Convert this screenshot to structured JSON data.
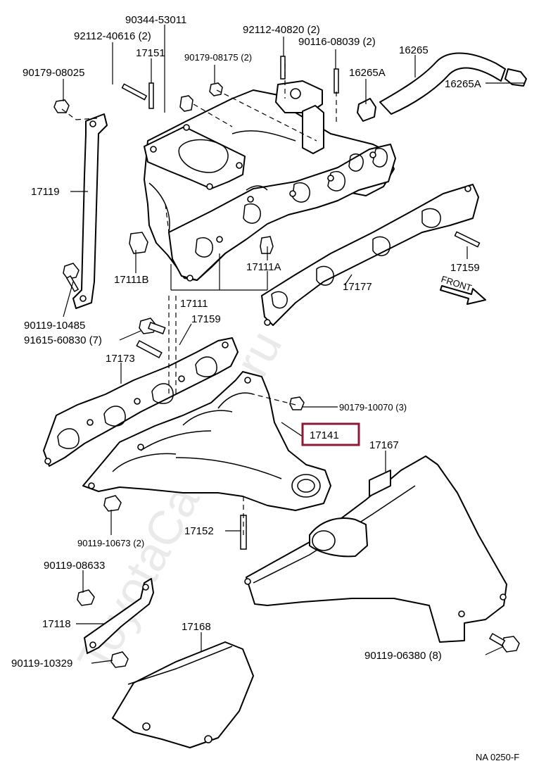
{
  "watermark": "ToyotaCarMine.ru",
  "diagram_code": "NA  0250-F",
  "front_label": "FRONT",
  "highlight_color": "#8b1a3a",
  "parts": [
    {
      "id": "p-90344-53011",
      "label": "90344-53011"
    },
    {
      "id": "p-92112-40616",
      "label": "92112-40616 (2)"
    },
    {
      "id": "p-17151",
      "label": "17151"
    },
    {
      "id": "p-90179-08175",
      "label": "90179-08175 (2)"
    },
    {
      "id": "p-90179-08025",
      "label": "90179-08025"
    },
    {
      "id": "p-92112-40820",
      "label": "92112-40820 (2)"
    },
    {
      "id": "p-90116-08039",
      "label": "90116-08039 (2)"
    },
    {
      "id": "p-16265",
      "label": "16265"
    },
    {
      "id": "p-16265A-1",
      "label": "16265A"
    },
    {
      "id": "p-16265A-2",
      "label": "16265A"
    },
    {
      "id": "p-17119",
      "label": "17119"
    },
    {
      "id": "p-17111B",
      "label": "17111B"
    },
    {
      "id": "p-17111A",
      "label": "17111A"
    },
    {
      "id": "p-17177",
      "label": "17177"
    },
    {
      "id": "p-17159-a",
      "label": "17159"
    },
    {
      "id": "p-17111",
      "label": "17111"
    },
    {
      "id": "p-90119-10485",
      "label": "90119-10485"
    },
    {
      "id": "p-91615-60830",
      "label": "91615-60830 (7)"
    },
    {
      "id": "p-17159-b",
      "label": "17159"
    },
    {
      "id": "p-17173",
      "label": "17173"
    },
    {
      "id": "p-90179-10070",
      "label": "90179-10070 (3)"
    },
    {
      "id": "p-17141",
      "label": "17141"
    },
    {
      "id": "p-17167",
      "label": "17167"
    },
    {
      "id": "p-90119-10673",
      "label": "90119-10673 (2)"
    },
    {
      "id": "p-17152",
      "label": "17152"
    },
    {
      "id": "p-90119-08633",
      "label": "90119-08633"
    },
    {
      "id": "p-17118",
      "label": "17118"
    },
    {
      "id": "p-17168",
      "label": "17168"
    },
    {
      "id": "p-90119-10329",
      "label": "90119-10329"
    },
    {
      "id": "p-90119-06380",
      "label": "90119-06380 (8)"
    }
  ]
}
